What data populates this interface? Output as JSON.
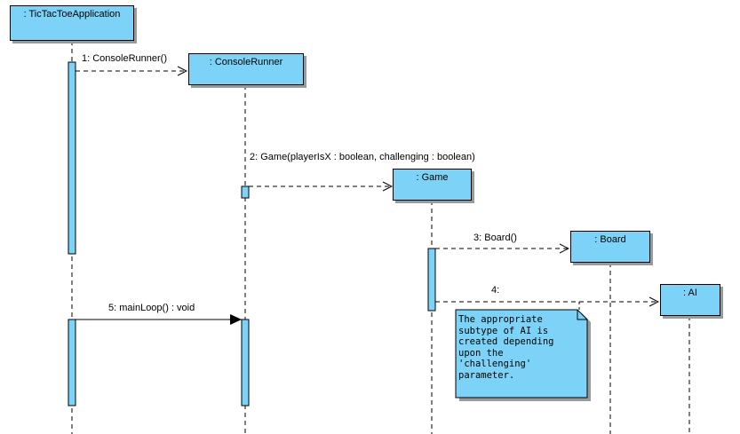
{
  "objects": [
    {
      "id": "app",
      "label": ": TicTacToeApplication"
    },
    {
      "id": "runner",
      "label": ": ConsoleRunner"
    },
    {
      "id": "game",
      "label": ": Game"
    },
    {
      "id": "board",
      "label": ": Board"
    },
    {
      "id": "ai",
      "label": ": AI"
    }
  ],
  "messages": [
    {
      "id": "m1",
      "label": "1: ConsoleRunner()"
    },
    {
      "id": "m2",
      "label": "2: Game(playerIsX : boolean, challenging : boolean)"
    },
    {
      "id": "m3",
      "label": "3: Board()"
    },
    {
      "id": "m4",
      "label": "4:"
    },
    {
      "id": "m5",
      "label": "5: mainLoop() : void"
    }
  ],
  "note": {
    "text": "The appropriate\nsubtype of AI is\ncreated depending\nupon the\n'challenging'\nparameter."
  },
  "colors": {
    "object_fill": "#7dd3f7",
    "activation_fill": "#7dd3f7",
    "note_fill": "#7dd3f7",
    "line": "#000000",
    "shadow": "#9a9a9a"
  }
}
